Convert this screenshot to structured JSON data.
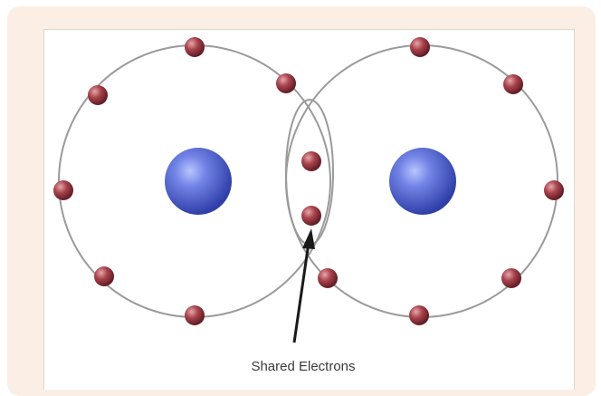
{
  "diagram": {
    "caption": "Shared Electrons",
    "colors": {
      "panel_background": "#fbeee4",
      "figure_background": "#ffffff",
      "nucleus": "#5a6fd6",
      "electron": "#a3424a",
      "orbit": "#9a9a9a",
      "arrow": "#1a1a1a"
    },
    "atoms": [
      {
        "name": "left-atom"
      },
      {
        "name": "right-atom"
      }
    ],
    "shared_electron_count": 2
  }
}
